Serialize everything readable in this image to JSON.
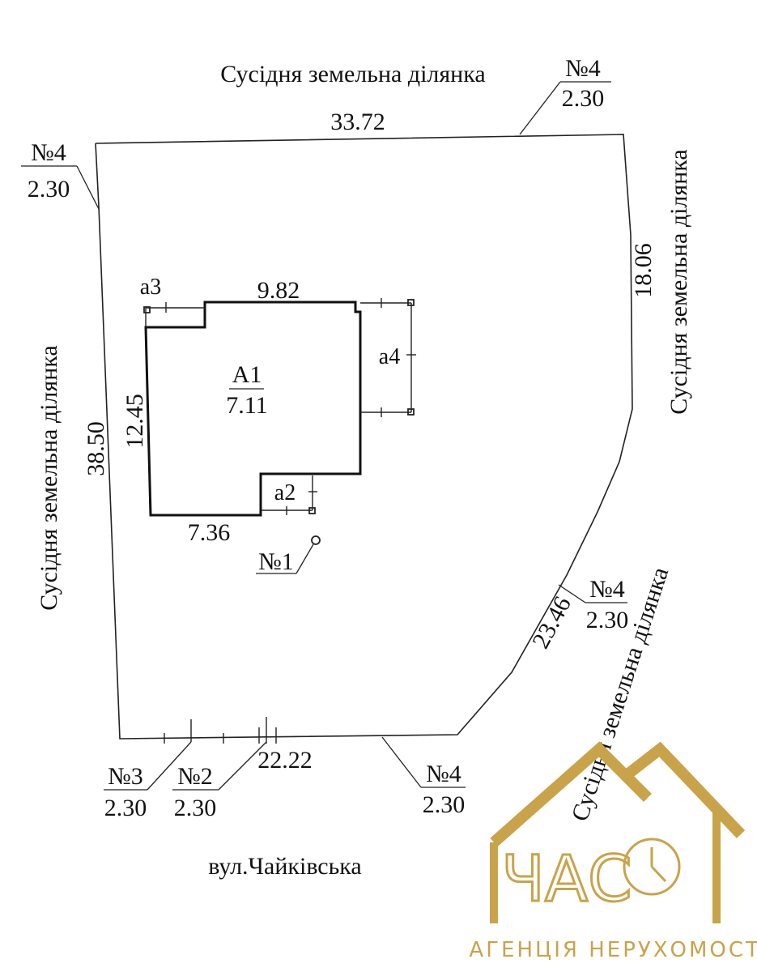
{
  "neighbors": {
    "top": "Сусідня земельна ділянка",
    "left": "Сусідня земельна ділянка",
    "right": "Сусідня земельна ділянка",
    "bottom_right": "Сусідня земельна ділянка"
  },
  "street": "вул.Чайківська",
  "parcel_sides": {
    "top": "33.72",
    "left": "38.50",
    "right": "18.06",
    "diagonal": "23.46",
    "bottom": "22.22"
  },
  "building": {
    "name": "А1",
    "height": "7.11",
    "width_top": "9.82",
    "height_left": "12.45",
    "width_bottom": "7.36"
  },
  "annex": {
    "a2": "а2",
    "a3": "а3",
    "a4": "а4"
  },
  "point_marker": "№1",
  "callouts": {
    "top_left": {
      "num": "№4",
      "val": "2.30"
    },
    "top_right": {
      "num": "№4",
      "val": "2.30"
    },
    "mid_right": {
      "num": "№4",
      "val": "2.30"
    },
    "bottom_right": {
      "num": "№4",
      "val": "2.30"
    },
    "bottom_n3": {
      "num": "№3",
      "val": "2.30"
    },
    "bottom_n2": {
      "num": "№2",
      "val": "2.30"
    }
  },
  "logo": {
    "letters": "ЧАС",
    "tagline": "АГЕНЦІЯ НЕРУХОМОСТІ",
    "gold": "#c9a34a",
    "gold_light": "#e2c77a"
  }
}
